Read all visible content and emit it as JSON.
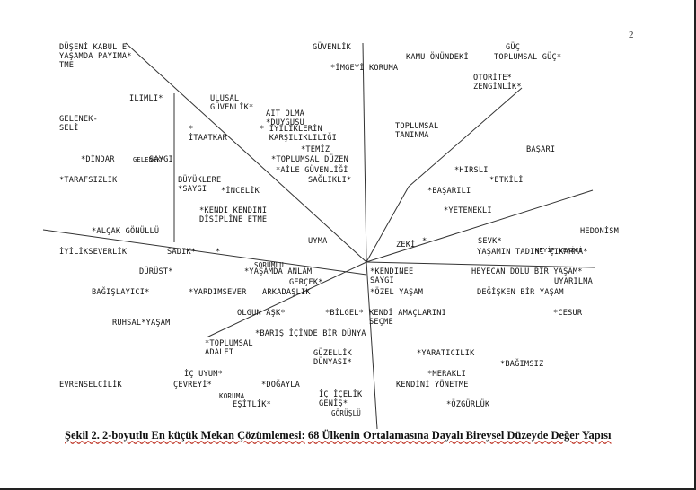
{
  "page_number": "2",
  "caption": {
    "prefix": "Şekil 2. 2-boyutlu En küçük Mekan Çözümlemesi:",
    "rest": "68 Ülkenin Ortalamasına Dayalı Bireysel Düzeyde Değer Yapısı"
  },
  "labels": [
    "DÜŞENİ KABUL E\nYAŞAMDA PAYIMA*\nTME",
    "GÜVENLİK",
    "GÜÇ",
    "KAMU ÖNÜNDEKİ",
    "TOPLUMSAL GÜÇ*",
    "*İMGEYİ KORUMA",
    "OTORİTE*\nZENGİNLİK*",
    "ILIMLI*",
    "ULUSAL\nGÜVENLİK*",
    "AİT OLMA\n*DUYGUSU",
    "GELENEK-\nSELİ",
    "* İYİLİKLERİN\n  KARŞILIKLILIĞI",
    "TOPLUMSAL\nTANINMA",
    "*\nİTAATKAR",
    "*TEMİZ",
    "BAŞARI",
    "*DİNDAR",
    "GELENEK*",
    "SAYGI",
    "*TOPLUMSAL DÜZEN",
    "*AİLE GÜVENLİĞİ",
    "SAĞLIKLI*",
    "*HIRSLI",
    "*ETKİLİ",
    "*TARAFSIZLIK",
    "BÜYÜKLERE\n*SAYGI",
    "*İNCELİK",
    "*BAŞARILI",
    "*KENDİ KENDİNİ\nDİSİPLİNE ETME",
    "*YETENEKLİ",
    "HEDONİSM",
    "*ALÇAK GÖNÜLLÜ",
    "UYMA",
    "ZEKİ",
    "*",
    "SEVK*",
    "YAŞAMIN TADINI ÇIKARMA*",
    "KEYİF VERİCİ",
    "İYİLİKSEVERLİK",
    "SADIK*",
    "*",
    "SORUMLU",
    "DÜRÜST*",
    "*YAŞAMDA ANLAM",
    "*KENDİNEE\nSAYGI",
    "HEYECAN DOLU BİR YAŞAM*",
    "UYARILMA",
    "GERÇEK*",
    "BAĞIŞLAYICI*",
    "*YARDIMSEVER",
    "ARKADAŞLIK",
    "*ÖZEL YAŞAM",
    "DEĞİŞKEN BİR YAŞAM",
    "OLGUN AŞK*",
    "*BİLGEL*",
    "KENDİ AMAÇLARINI\nSEÇME",
    "*CESUR",
    "RUHSAL*YAŞAM",
    "*BARIŞ İÇİNDE BİR DÜNYA",
    "*TOPLUMSAL\nADALET",
    "GÜZELLİK\nDÜNYASI*",
    "*YARATICILIK",
    "*BAĞIMSIZ",
    "İÇ UYUM*",
    "*MERAKLI",
    "EVRENSELCİLİK",
    "ÇEVREYİ*",
    "*DOĞAYLA",
    "KENDİNİ YÖNETME",
    "KORUMA",
    "EŞİTLİK*",
    "İÇ İÇELİK\nGENİŞ*",
    "GÖRÜŞLÜ",
    "*ÖZGÜRLÜK"
  ]
}
